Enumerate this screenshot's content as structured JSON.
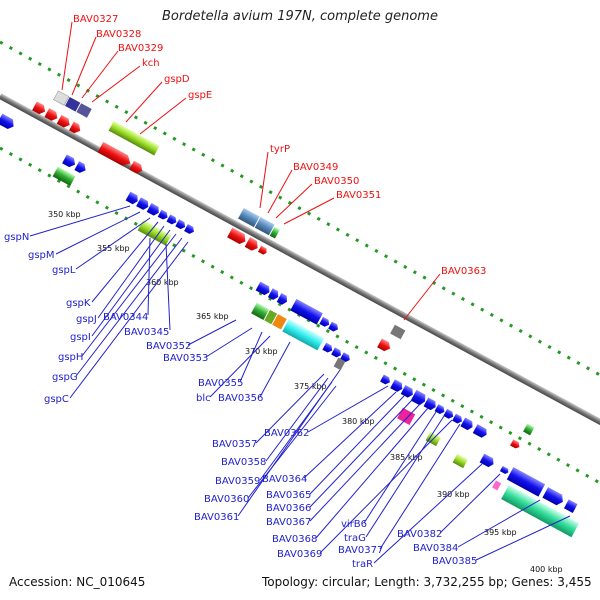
{
  "title": "Bordetella avium 197N, complete genome",
  "footer": {
    "accession": "Accession: NC_010645",
    "stats": "Topology: circular; Length: 3,732,255 bp; Genes: 3,455"
  },
  "colors": {
    "backbone": "#888888",
    "dots": "#229922",
    "red": "#ee1111",
    "blue": "#1111ee",
    "navy": "#333399",
    "lightgreen": "#99dd22",
    "green": "#33aa33",
    "steelblue": "#5588bb",
    "cyan": "#33eeee",
    "magenta": "#ee2299",
    "grey": "#777777",
    "orange": "#ee8811",
    "teal": "#33dd99"
  },
  "kbp_ticks": [
    "350 kbp",
    "355 kbp",
    "360 kbp",
    "365 kbp",
    "370 kbp",
    "375 kbp",
    "380 kbp",
    "385 kbp",
    "390 kbp",
    "395 kbp",
    "400 kbp"
  ],
  "labels_top": [
    "BAV0327",
    "BAV0328",
    "BAV0329",
    "kch",
    "gspD",
    "gspE",
    "tyrP",
    "BAV0349",
    "BAV0350",
    "BAV0351",
    "BAV0363"
  ],
  "labels_bottom": [
    "gspN",
    "gspM",
    "gspL",
    "gspK",
    "gspJ",
    "BAV0344",
    "gspI",
    "BAV0345",
    "gspH",
    "BAV0352",
    "gspG",
    "BAV0353",
    "gspC",
    "BAV0355",
    "blc",
    "BAV0356",
    "BAV0357",
    "BAV0362",
    "BAV0358",
    "BAV0359",
    "BAV0364",
    "BAV0360",
    "BAV0365",
    "BAV0366",
    "BAV0361",
    "BAV0367",
    "BAV0368",
    "virB6",
    "traG",
    "BAV0369",
    "BAV0377",
    "traR",
    "BAV0382",
    "BAV0384",
    "BAV0385"
  ]
}
